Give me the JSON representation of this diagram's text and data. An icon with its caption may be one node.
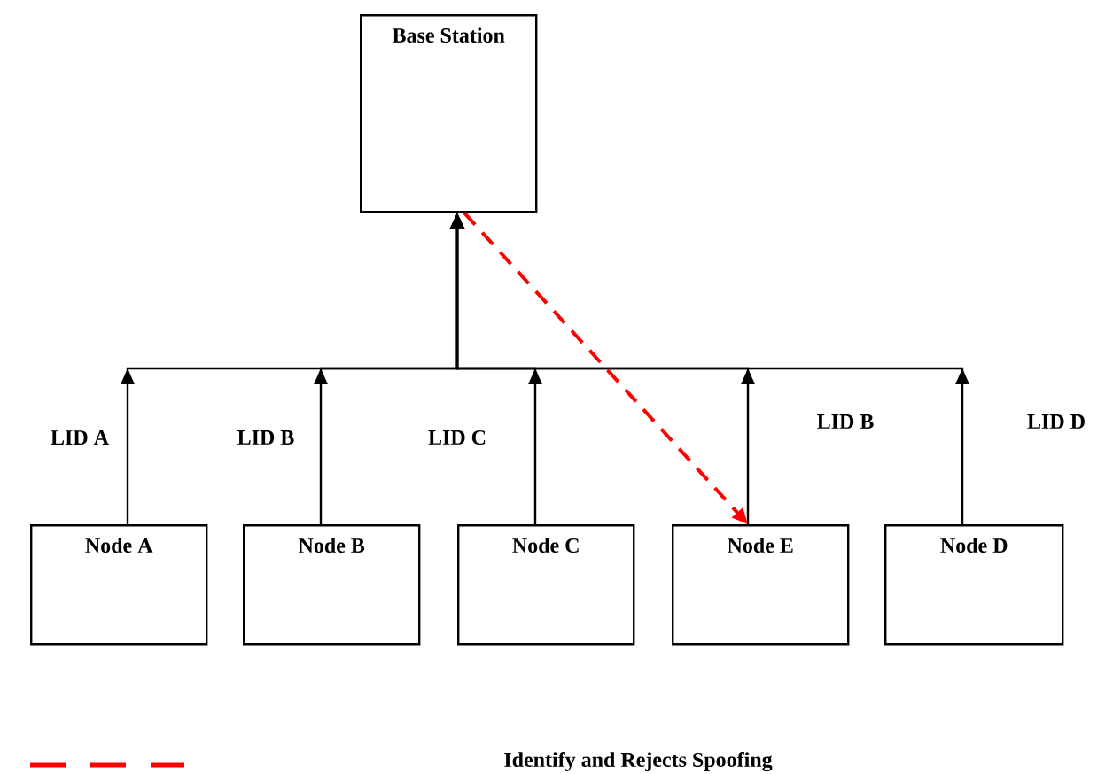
{
  "diagram": {
    "nodes": [
      {
        "text": [
          "Base Station"
        ]
      },
      {
        "text": [
          "Node A"
        ]
      },
      {
        "text": [
          "Node B"
        ]
      },
      {
        "text": [
          "Node C"
        ]
      },
      {
        "text": [
          "Node E"
        ]
      },
      {
        "text": [
          "Node D"
        ]
      }
    ],
    "edges": [
      {
        "from": 1,
        "to": 0,
        "arrow": "to",
        "label": "LID A"
      },
      {
        "from": 2,
        "to": 0,
        "arrow": "to",
        "label": "LID B"
      },
      {
        "from": 3,
        "to": 0,
        "arrow": "to",
        "label": "LID C"
      },
      {
        "from": 4,
        "to": 0,
        "arrow": "to",
        "label": "LID B"
      },
      {
        "from": 5,
        "to": 0,
        "arrow": "to",
        "label": "LID D"
      },
      {
        "from": 0,
        "to": 4,
        "arrow": "to",
        "style": "dashed",
        "color": "#ff0000"
      }
    ],
    "legend": [
      {
        "text": "Identify and Rejects Spoofing"
      }
    ]
  }
}
